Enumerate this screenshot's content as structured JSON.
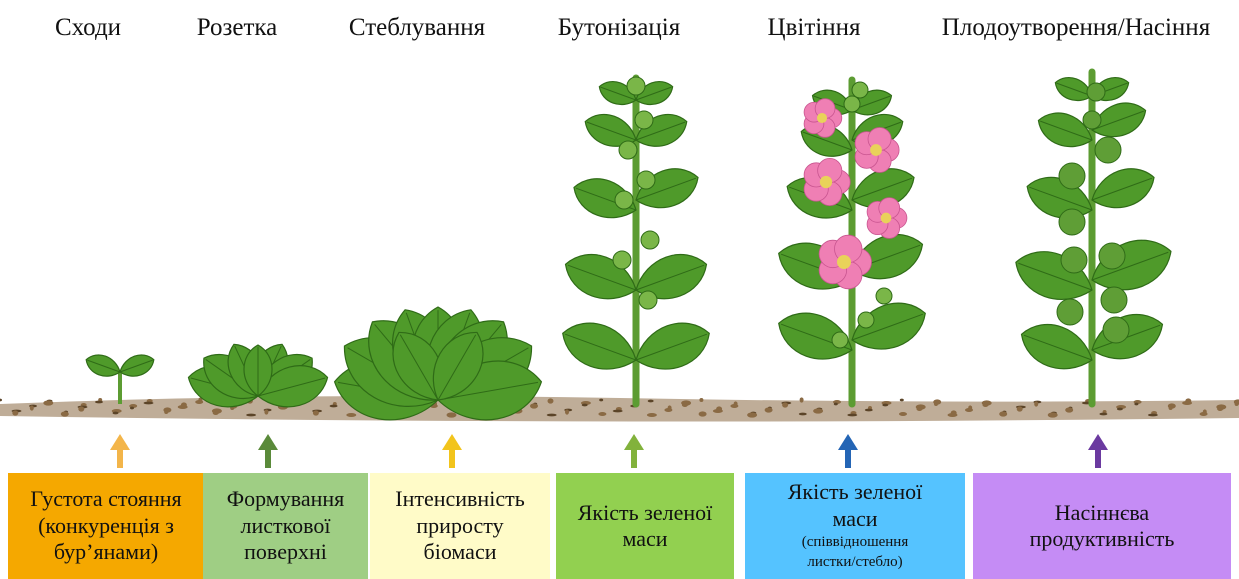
{
  "stages": [
    {
      "label": "Сходи"
    },
    {
      "label": "Розетка"
    },
    {
      "label": "Стеблування"
    },
    {
      "label": "Бутонізація"
    },
    {
      "label": "Цвітіння"
    },
    {
      "label": "Плодоутворення/Насіння"
    }
  ],
  "indicators": [
    {
      "lines": [
        "Густота стояння",
        "(конкуренція з",
        "бур’янами)"
      ],
      "sub": [],
      "fill": "#f5a800",
      "arrow": "#f3b54a"
    },
    {
      "lines": [
        "Формування",
        "листкової",
        "поверхні"
      ],
      "sub": [],
      "fill": "#9fce84",
      "arrow": "#5a8a3a"
    },
    {
      "lines": [
        "Інтенсивність",
        "приросту",
        "біомаси"
      ],
      "sub": [],
      "fill": "#fffbc8",
      "arrow": "#f2c41c"
    },
    {
      "lines": [
        "Якість зеленої",
        "маси"
      ],
      "sub": [],
      "fill": "#92d050",
      "arrow": "#82b23c"
    },
    {
      "lines": [
        "Якість зеленої",
        "маси"
      ],
      "sub": [
        "(співвідношення",
        "листки/стебло)"
      ],
      "fill": "#55c3ff",
      "arrow": "#2465b5"
    },
    {
      "lines": [
        "Насіннєва",
        "продуктивність"
      ],
      "sub": [],
      "fill": "#c58cf5",
      "arrow": "#6b3aa0"
    }
  ],
  "colors": {
    "leaf": "#4f9a2a",
    "leaf_dark": "#2f6b17",
    "stem": "#5c9c32",
    "bud": "#7ab648",
    "flower": "#ef7fb4",
    "flower_center": "#e9d25a",
    "seed_head": "#5f9e36",
    "soil": "#8a6a44",
    "soil_dark": "#5b4428"
  }
}
